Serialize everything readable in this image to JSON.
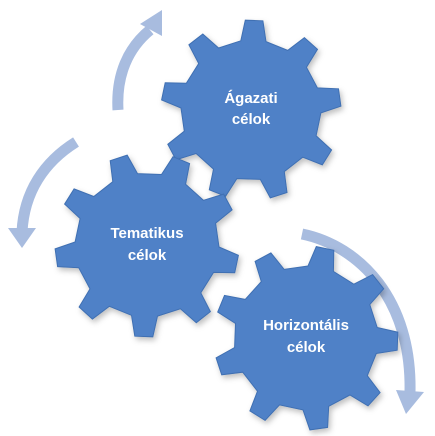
{
  "diagram": {
    "colors": {
      "gear": "#4f81c7",
      "gear_edge": "#3f6fb2",
      "arrow": "#a8bcdf",
      "label": "#ffffff",
      "background": "#ffffff"
    },
    "gears": [
      {
        "id": "agazati",
        "line1": "Ágazati",
        "line2": "célok"
      },
      {
        "id": "tematikus",
        "line1": "Tematikus",
        "line2": "célok"
      },
      {
        "id": "horizontalis",
        "line1": "Horizontális",
        "line2": "célok"
      }
    ],
    "arrows": [
      {
        "id": "arrow-top-left",
        "icon": "curved-arrow-up-icon"
      },
      {
        "id": "arrow-left",
        "icon": "curved-arrow-down-icon"
      },
      {
        "id": "arrow-right",
        "icon": "curved-arrow-down-icon"
      }
    ]
  }
}
